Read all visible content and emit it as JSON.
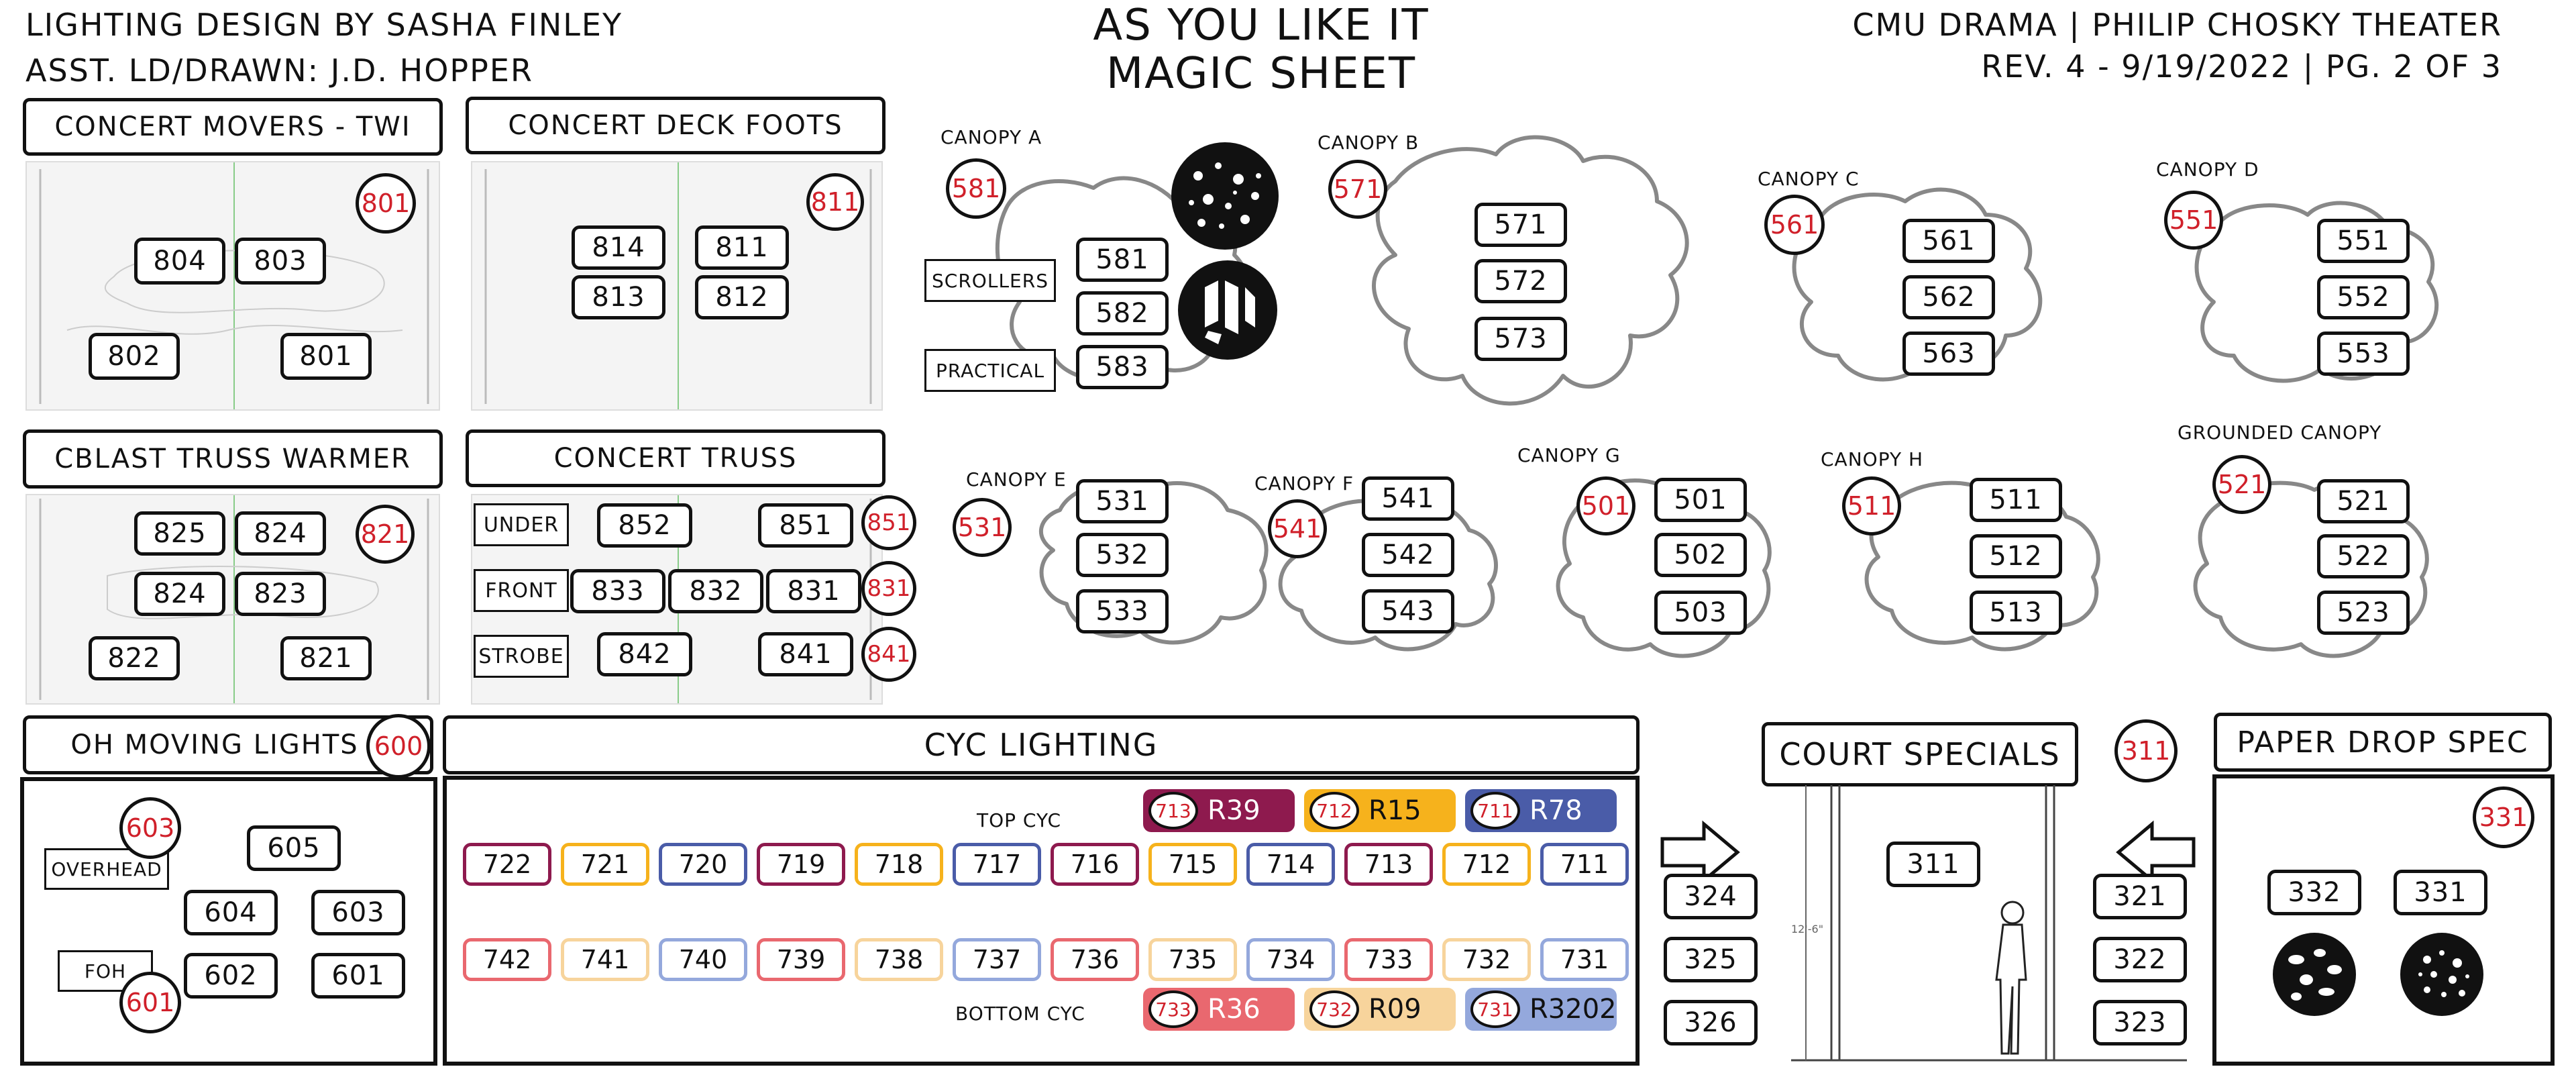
{
  "header": {
    "designer": "LIGHTING DESIGN BY SASHA FINLEY",
    "assistant": "ASST. LD/DRAWN: J.D. HOPPER",
    "title_line1": "AS YOU LIKE IT",
    "title_line2": "MAGIC SHEET",
    "venue": "CMU DRAMA | PHILIP CHOSKY THEATER",
    "revision": "REV. 4 - 9/19/2022 | PG. 2 OF 3"
  },
  "panels": {
    "movers": {
      "title": "CONCERT MOVERS - TWI",
      "group": "801",
      "channels": [
        "804",
        "803",
        "802",
        "801"
      ]
    },
    "deck": {
      "title": "CONCERT DECK FOOTS",
      "group": "811",
      "channels": [
        "814",
        "811",
        "813",
        "812"
      ]
    },
    "cblast": {
      "title": "CBLAST TRUSS WARMER",
      "group": "821",
      "channels": [
        "825",
        "824",
        "824",
        "823",
        "822",
        "821"
      ]
    },
    "truss": {
      "title": "CONCERT TRUSS",
      "labels": [
        "UNDER",
        "FRONT",
        "STROBE"
      ],
      "groups": [
        "851",
        "831",
        "841"
      ],
      "channels": [
        "852",
        "851",
        "833",
        "832",
        "831",
        "842",
        "841"
      ]
    },
    "oh": {
      "title": "OH MOVING LIGHTS",
      "group": "600",
      "labels": [
        "OVERHEAD",
        "FOH"
      ],
      "groups": [
        "603",
        "601"
      ],
      "channels": [
        "605",
        "604",
        "603",
        "602",
        "601"
      ]
    },
    "cyc": {
      "title": "CYC LIGHTING",
      "top_label": "TOP CYC",
      "bottom_label": "BOTTOM CYC",
      "top_gels": [
        {
          "ch": "713",
          "gel": "R39",
          "color": "#8e1a4e",
          "text": "#ffffff"
        },
        {
          "ch": "712",
          "gel": "R15",
          "color": "#f6b21c",
          "text": "#111111"
        },
        {
          "ch": "711",
          "gel": "R78",
          "color": "#4a5ca8",
          "text": "#ffffff"
        }
      ],
      "bottom_gels": [
        {
          "ch": "733",
          "gel": "R36",
          "color": "#e9686f",
          "text": "#ffffff"
        },
        {
          "ch": "732",
          "gel": "R09",
          "color": "#f7d49c",
          "text": "#111111"
        },
        {
          "ch": "731",
          "gel": "R3202",
          "color": "#94a8dc",
          "text": "#111111"
        }
      ],
      "top_row": [
        "722",
        "721",
        "720",
        "719",
        "718",
        "717",
        "716",
        "715",
        "714",
        "713",
        "712",
        "711"
      ],
      "bottom_row": [
        "742",
        "741",
        "740",
        "739",
        "738",
        "737",
        "736",
        "735",
        "734",
        "733",
        "732",
        "731"
      ]
    },
    "court": {
      "title": "COURT SPECIALS",
      "group": "311",
      "center": "311",
      "left": [
        "324",
        "325",
        "326"
      ],
      "right": [
        "321",
        "322",
        "323"
      ],
      "dim": "12'-6\""
    },
    "paper": {
      "title": "PAPER DROP SPEC",
      "group": "331",
      "channels": [
        "332",
        "331"
      ]
    }
  },
  "canopies": {
    "a": {
      "name": "CANOPY A",
      "group": "581",
      "channels": [
        "581",
        "582",
        "583"
      ],
      "labels": [
        "SCROLLERS",
        "PRACTICAL"
      ]
    },
    "b": {
      "name": "CANOPY B",
      "group": "571",
      "channels": [
        "571",
        "572",
        "573"
      ]
    },
    "c": {
      "name": "CANOPY C",
      "group": "561",
      "channels": [
        "561",
        "562",
        "563"
      ]
    },
    "d": {
      "name": "CANOPY D",
      "group": "551",
      "channels": [
        "551",
        "552",
        "553"
      ]
    },
    "e": {
      "name": "CANOPY E",
      "group": "531",
      "channels": [
        "531",
        "532",
        "533"
      ]
    },
    "f": {
      "name": "CANOPY F",
      "group": "541",
      "channels": [
        "541",
        "542",
        "543"
      ]
    },
    "g": {
      "name": "CANOPY G",
      "group": "501",
      "channels": [
        "501",
        "502",
        "503"
      ]
    },
    "h": {
      "name": "CANOPY H",
      "group": "511",
      "channels": [
        "511",
        "512",
        "513"
      ]
    },
    "grounded": {
      "name": "GROUNDED CANOPY",
      "group": "521",
      "channels": [
        "521",
        "522",
        "523"
      ]
    }
  },
  "cyc_row_colors": [
    "#8e1a4e",
    "#f6b21c",
    "#4a5ca8",
    "#8e1a4e",
    "#f6b21c",
    "#4a5ca8",
    "#8e1a4e",
    "#f6b21c",
    "#4a5ca8",
    "#8e1a4e",
    "#f6b21c",
    "#4a5ca8"
  ],
  "cyc_bottom_colors": [
    "#e9686f",
    "#f7d49c",
    "#94a8dc",
    "#e9686f",
    "#f7d49c",
    "#94a8dc",
    "#e9686f",
    "#f7d49c",
    "#94a8dc",
    "#e9686f",
    "#f7d49c",
    "#94a8dc"
  ]
}
